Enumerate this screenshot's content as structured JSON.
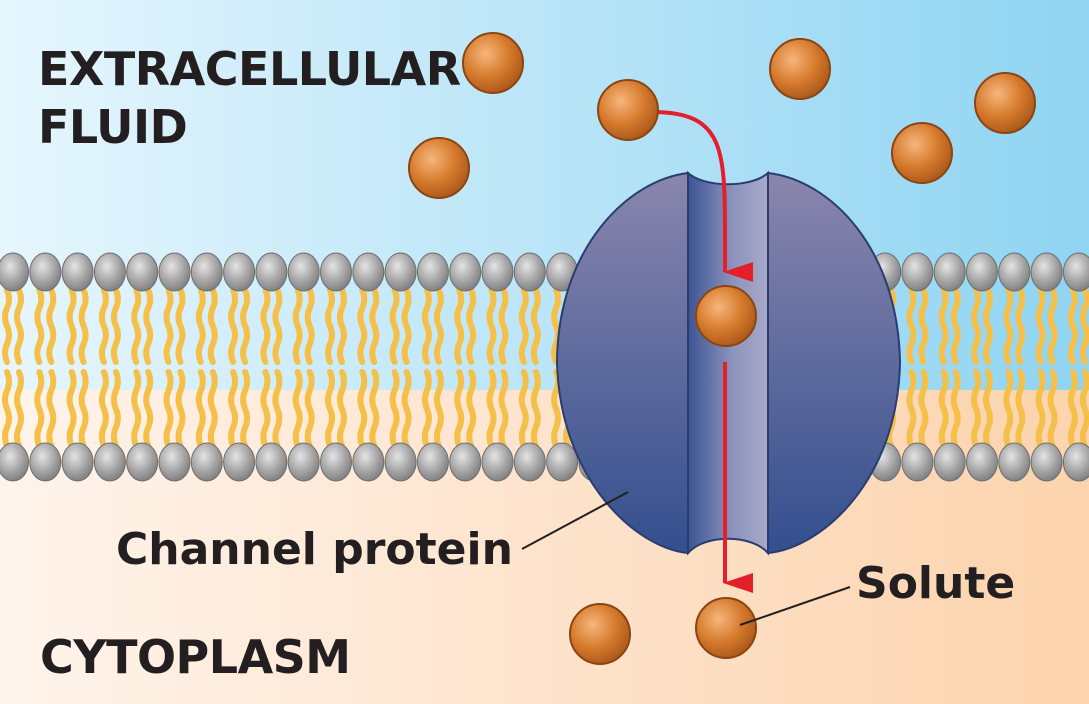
{
  "regions": {
    "extracellular_line1": "EXTRACELLULAR",
    "extracellular_line2": "FLUID",
    "cytoplasm": "CYTOPLASM"
  },
  "callouts": {
    "channel_protein": "Channel protein",
    "solute": "Solute"
  },
  "colors": {
    "extracellular_bg": "#bfe6f7",
    "cytoplasm_bg": "#fde2cc",
    "phospholipid_head": "#9a9a9a",
    "lipid_tail": "#f5c04a",
    "channel_protein": "#5a6ba6",
    "solute": "#d27a2c",
    "arrow": "#e3202a"
  }
}
